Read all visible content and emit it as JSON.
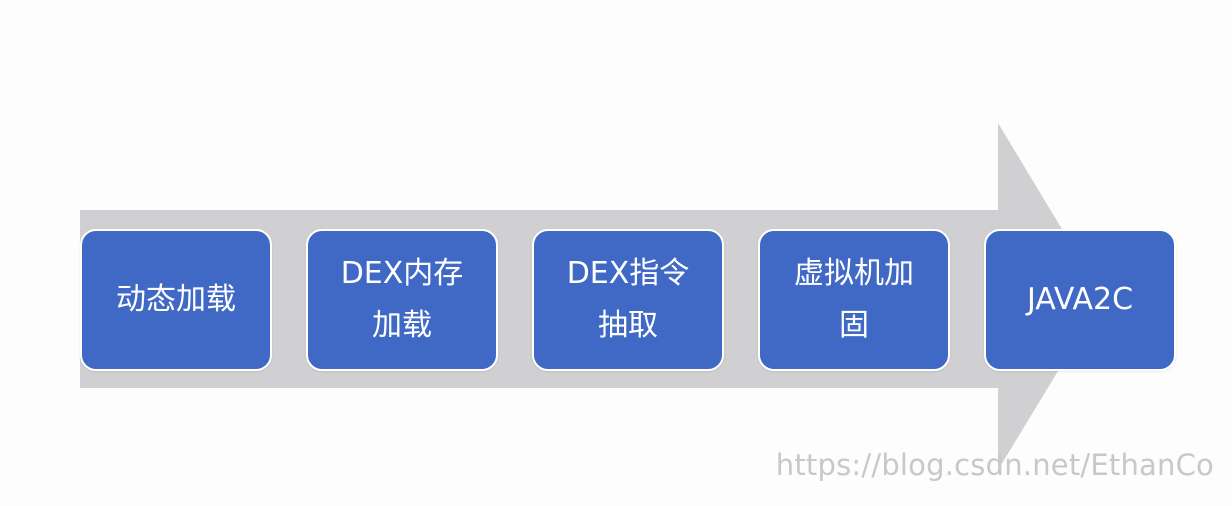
{
  "steps": [
    {
      "label": "动态加载"
    },
    {
      "label": "DEX内存加载"
    },
    {
      "label": "DEX指令抽取"
    },
    {
      "label": "虚拟机加固"
    },
    {
      "label": "JAVA2C"
    }
  ],
  "watermark": "https://blog.csdn.net/EthanCo",
  "colors": {
    "box_fill": "#3f69c4",
    "arrow_fill": "#d0d0d2",
    "box_text": "#ffffff",
    "watermark": "#c8c8c8"
  }
}
